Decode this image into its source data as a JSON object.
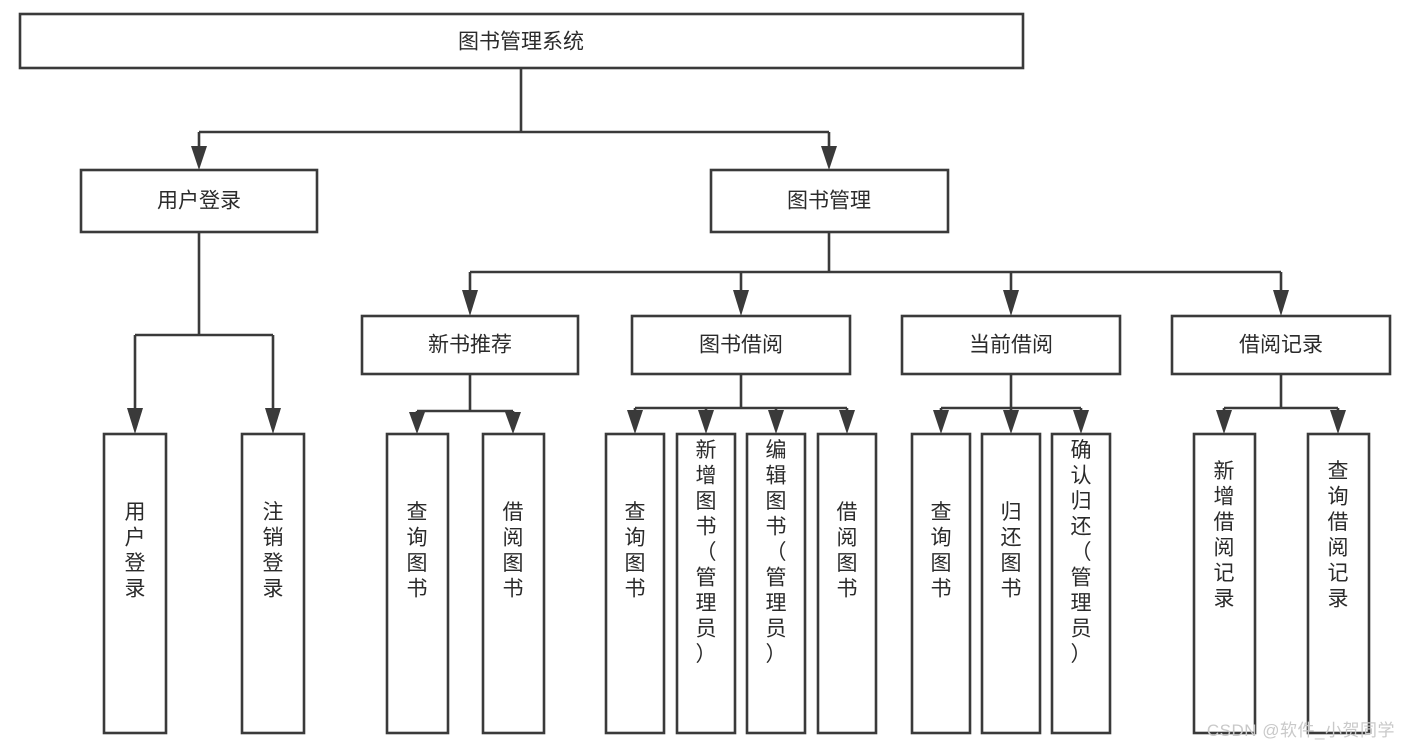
{
  "diagram": {
    "title": "图书管理系统",
    "type": "hierarchy-tree",
    "colors": {
      "stroke": "#3a3a3a",
      "fill": "#ffffff",
      "text": "#2b2b2b",
      "watermark": "#c9c9c9"
    },
    "levels": {
      "root": {
        "label": "图书管理系统"
      },
      "level2": [
        {
          "label": "用户登录"
        },
        {
          "label": "图书管理"
        }
      ],
      "level3": [
        {
          "label": "新书推荐"
        },
        {
          "label": "图书借阅"
        },
        {
          "label": "当前借阅"
        },
        {
          "label": "借阅记录"
        }
      ]
    },
    "groups": [
      {
        "parent": "用户登录",
        "leaves": [
          {
            "label": "用户登录"
          },
          {
            "label": "注销登录"
          }
        ]
      },
      {
        "parent": "新书推荐",
        "leaves": [
          {
            "label": "查询图书"
          },
          {
            "label": "借阅图书"
          }
        ]
      },
      {
        "parent": "图书借阅",
        "leaves": [
          {
            "label": "查询图书"
          },
          {
            "label": "新增图书（管理员）"
          },
          {
            "label": "编辑图书（管理员）"
          },
          {
            "label": "借阅图书"
          }
        ]
      },
      {
        "parent": "当前借阅",
        "leaves": [
          {
            "label": "查询图书"
          },
          {
            "label": "归还图书"
          },
          {
            "label": "确认归还（管理员）"
          }
        ]
      },
      {
        "parent": "借阅记录",
        "leaves": [
          {
            "label": "新增借阅记录"
          },
          {
            "label": "查询借阅记录"
          }
        ]
      }
    ]
  },
  "watermark": {
    "text": "CSDN @软件_小贺同学"
  }
}
